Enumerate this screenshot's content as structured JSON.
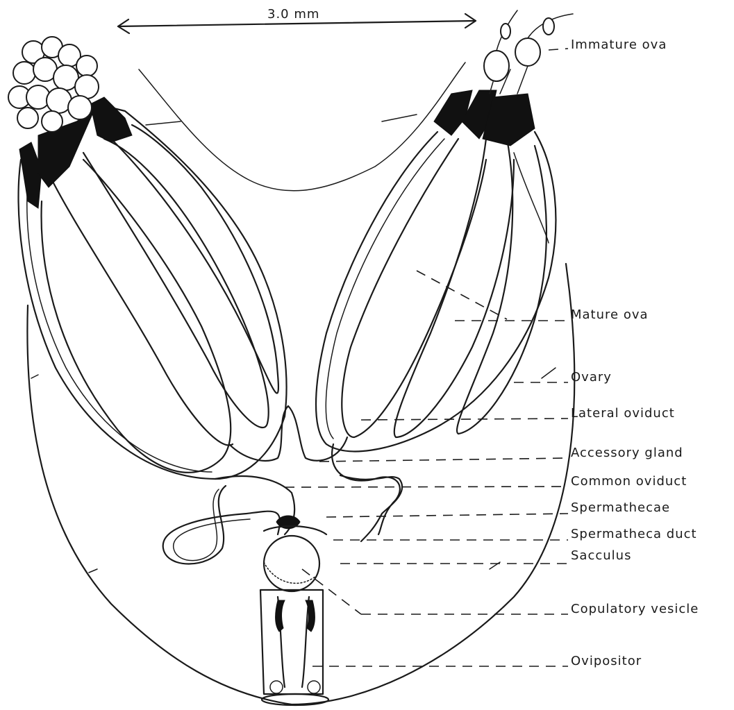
{
  "scale_bar": {
    "label": "3.0 mm"
  },
  "labels": [
    {
      "id": "immature-ova",
      "text": "Immature ova"
    },
    {
      "id": "mature-ova",
      "text": "Mature ova"
    },
    {
      "id": "ovary",
      "text": "Ovary"
    },
    {
      "id": "lateral-oviduct",
      "text": "Lateral oviduct"
    },
    {
      "id": "accessory-gland",
      "text": "Accessory gland"
    },
    {
      "id": "common-oviduct",
      "text": "Common oviduct"
    },
    {
      "id": "spermathecae",
      "text": "Spermathecae"
    },
    {
      "id": "spermatheca-duct",
      "text": "Spermatheca duct"
    },
    {
      "id": "sacculus",
      "text": "Sacculus"
    },
    {
      "id": "copulatory-vesicle",
      "text": "Copulatory vesicle"
    },
    {
      "id": "ovipositor",
      "text": "Ovipositor"
    }
  ]
}
